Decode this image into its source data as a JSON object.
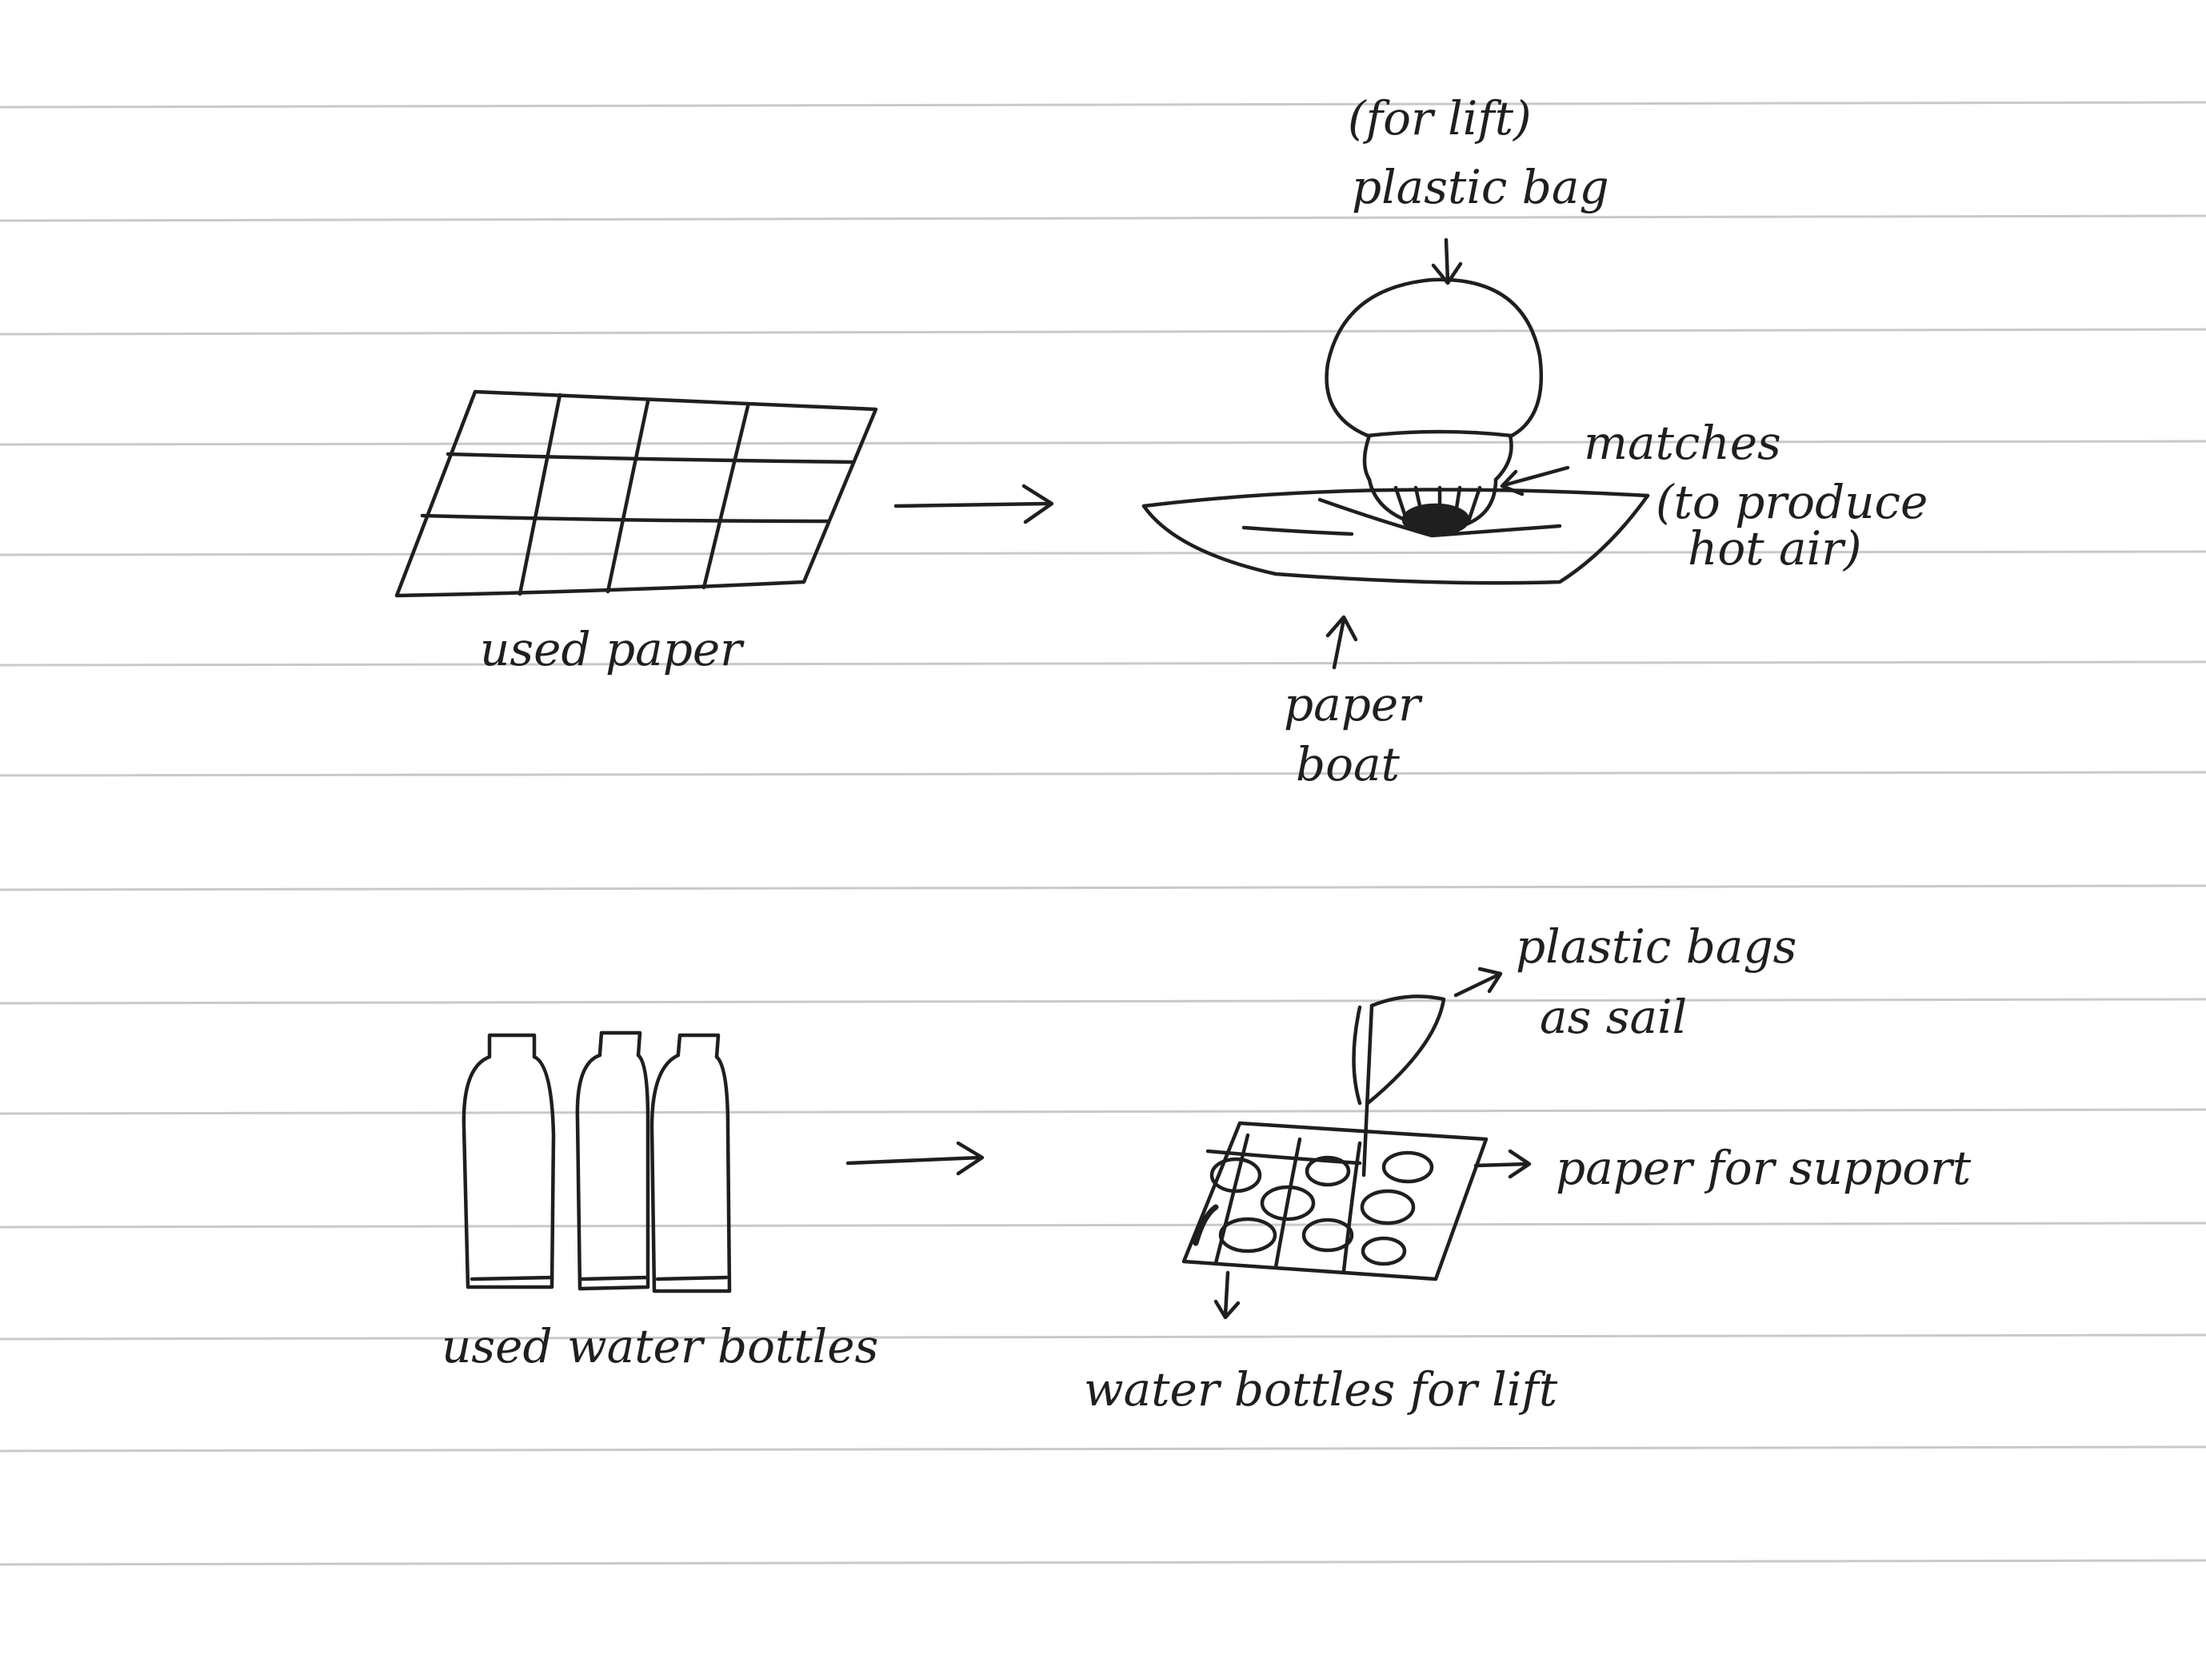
{
  "scene1": {
    "input_label": "used paper",
    "balloon_label_line1": "(for lift)",
    "balloon_label_line2": "plastic bag",
    "matches_label_line1": "matches",
    "matches_label_line2": "(to produce",
    "matches_label_line3": "hot air)",
    "boat_label_line1": "paper",
    "boat_label_line2": "boat"
  },
  "scene2": {
    "input_label": "used water bottles",
    "sail_label_line1": "plastic bags",
    "sail_label_line2": "as sail",
    "support_label": "paper for support",
    "lift_label": "water bottles for lift"
  },
  "colors": {
    "ink": "#1f1f1f",
    "ruled_line": "#c9c9c9",
    "paper": "#ffffff"
  }
}
